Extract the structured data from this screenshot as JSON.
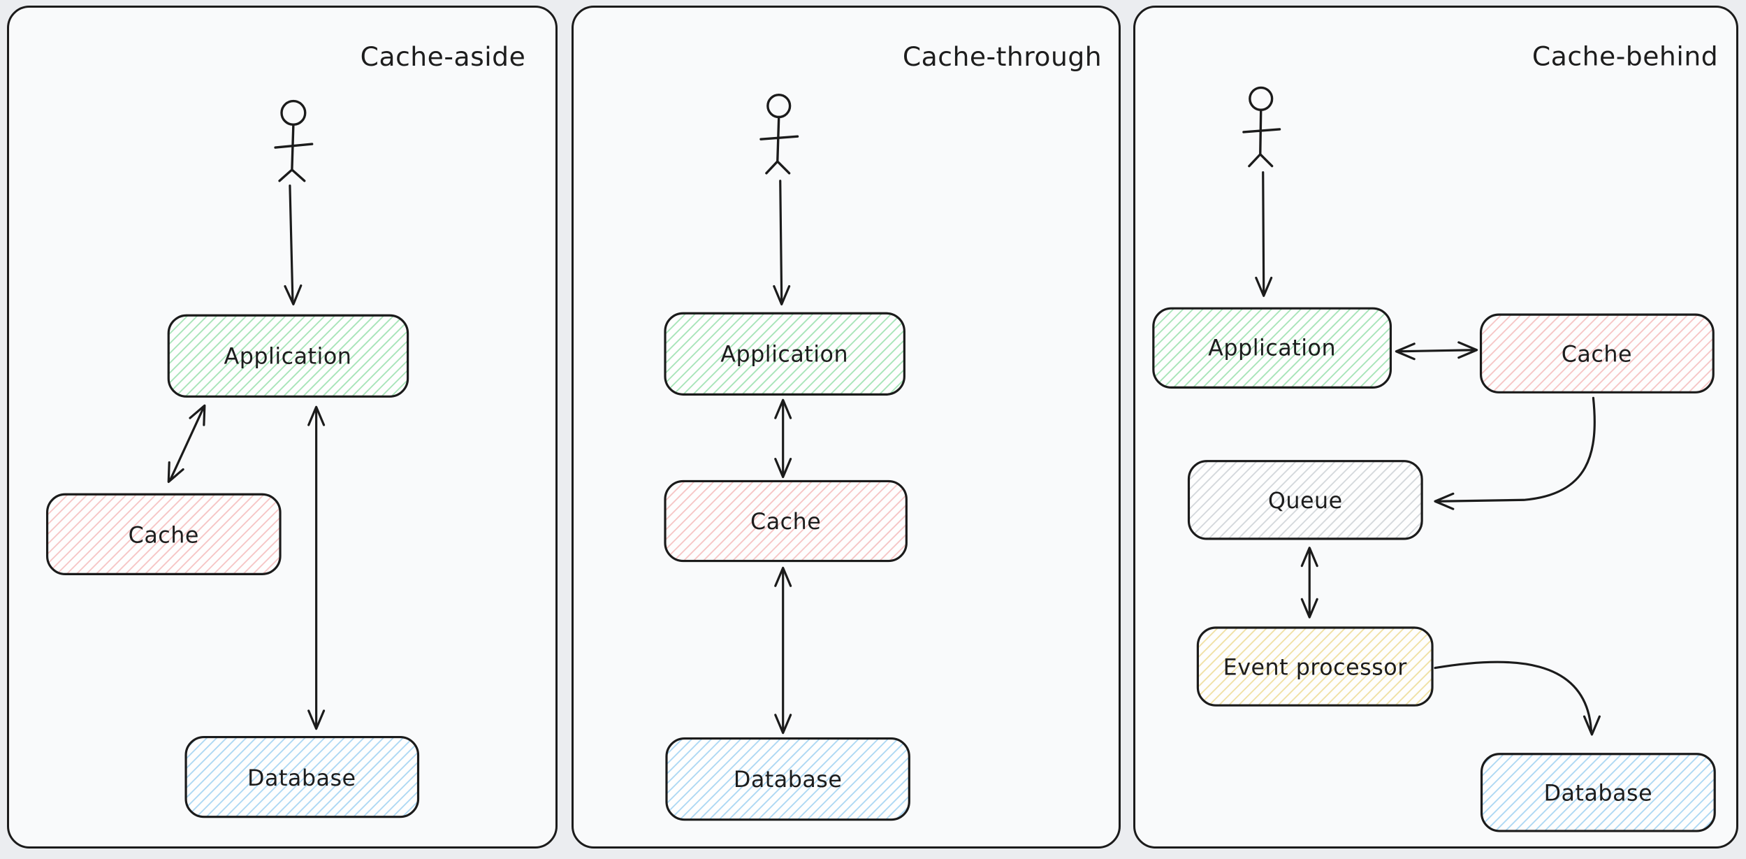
{
  "canvas": {
    "background": "#ebedf0",
    "panel_background": "#f9fafb",
    "ink": "#1b1b1b"
  },
  "colors": {
    "green": "#a3e3b5",
    "red": "#f6c3c3",
    "blue": "#a9d6f3",
    "gray": "#d2d6da",
    "yellow": "#f0dfa0"
  },
  "panels": [
    {
      "title": "Cache-aside",
      "nodes": {
        "application": {
          "label": "Application",
          "color": "green"
        },
        "cache": {
          "label": "Cache",
          "color": "red"
        },
        "database": {
          "label": "Database",
          "color": "blue"
        }
      },
      "edges": [
        {
          "from": "user",
          "to": "application",
          "bidirectional": false
        },
        {
          "from": "application",
          "to": "cache",
          "bidirectional": true
        },
        {
          "from": "application",
          "to": "database",
          "bidirectional": true
        }
      ]
    },
    {
      "title": "Cache-through",
      "nodes": {
        "application": {
          "label": "Application",
          "color": "green"
        },
        "cache": {
          "label": "Cache",
          "color": "red"
        },
        "database": {
          "label": "Database",
          "color": "blue"
        }
      },
      "edges": [
        {
          "from": "user",
          "to": "application",
          "bidirectional": false
        },
        {
          "from": "application",
          "to": "cache",
          "bidirectional": true
        },
        {
          "from": "cache",
          "to": "database",
          "bidirectional": true
        }
      ]
    },
    {
      "title": "Cache-behind",
      "nodes": {
        "application": {
          "label": "Application",
          "color": "green"
        },
        "cache": {
          "label": "Cache",
          "color": "red"
        },
        "queue": {
          "label": "Queue",
          "color": "gray"
        },
        "event_processor": {
          "label": "Event processor",
          "color": "yellow"
        },
        "database": {
          "label": "Database",
          "color": "blue"
        }
      },
      "edges": [
        {
          "from": "user",
          "to": "application",
          "bidirectional": false
        },
        {
          "from": "application",
          "to": "cache",
          "bidirectional": true
        },
        {
          "from": "cache",
          "to": "queue",
          "bidirectional": false
        },
        {
          "from": "queue",
          "to": "event_processor",
          "bidirectional": true
        },
        {
          "from": "event_processor",
          "to": "database",
          "bidirectional": false
        }
      ]
    }
  ]
}
